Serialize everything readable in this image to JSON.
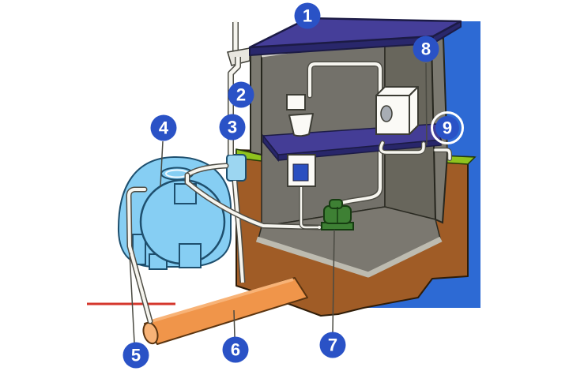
{
  "callouts": [
    {
      "label": "1"
    },
    {
      "label": "2"
    },
    {
      "label": "3"
    },
    {
      "label": "4"
    },
    {
      "label": "5"
    },
    {
      "label": "6"
    },
    {
      "label": "7"
    },
    {
      "label": "8"
    },
    {
      "label": "9"
    }
  ],
  "colors": {
    "sky": "#2d6ad4",
    "soil": "#a05c26",
    "grass": "#8fc31e",
    "wall_back": "#73716a",
    "wall_side": "#68665c",
    "wall_exterior": "#7b7970",
    "basement_floor": "#7b7870",
    "floor_rim": "#bdbbb0",
    "ceiling_line": "#dcdad1",
    "roof_top": "#453e99",
    "roof_fascia": "#29276b",
    "slab_top": "#443d96",
    "slab_front": "#28266a",
    "tank_blue": "#86cef3",
    "filter_blue": "#9cd6f1",
    "sewer_orange": "#f0954a",
    "sewer_orange_light": "#f8b377",
    "pump_green": "#3e8034",
    "pipe_core": "#f6f5ef",
    "pipe_casing": "#4f4e46",
    "appliance_white": "#fbfaf6",
    "machine_door": "#a8adb4",
    "control_screen": "#2a4fc0",
    "red_line": "#d5372c",
    "badge_blue": "#2a52c6",
    "badge_text": "#ffffff",
    "badge_ring": "#ffffff",
    "callout_line": "#4a4a42"
  }
}
